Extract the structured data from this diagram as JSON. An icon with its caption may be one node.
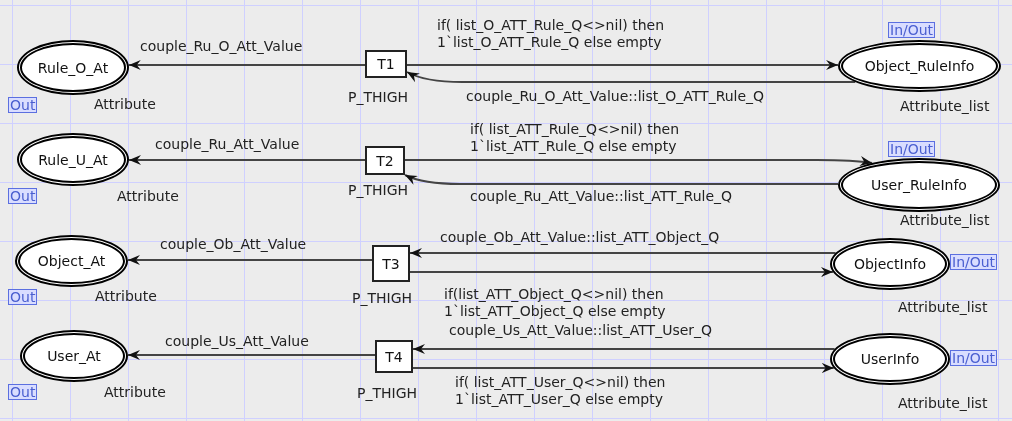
{
  "diagram": {
    "nodes": [
      {
        "text": [
          "Rule_O_At"
        ],
        "beside": [
          "Out",
          "Attribute"
        ]
      },
      {
        "text": [
          "T1"
        ],
        "beside": [
          "P_THIGH"
        ]
      },
      {
        "text": [
          "Object_RuleInfo"
        ],
        "beside": [
          "In/Out",
          "Attribute_list"
        ]
      },
      {
        "text": [
          "Rule_U_At"
        ],
        "beside": [
          "Out",
          "Attribute"
        ]
      },
      {
        "text": [
          "T2"
        ],
        "beside": [
          "P_THIGH"
        ]
      },
      {
        "text": [
          "User_RuleInfo"
        ],
        "beside": [
          "In/Out",
          "Attribute_list"
        ]
      },
      {
        "text": [
          "Object_At"
        ],
        "beside": [
          "Out",
          "Attribute"
        ]
      },
      {
        "text": [
          "T3"
        ],
        "beside": [
          "P_THIGH"
        ]
      },
      {
        "text": [
          "ObjectInfo"
        ],
        "beside": [
          "In/Out",
          "Attribute_list"
        ]
      },
      {
        "text": [
          "User_At"
        ],
        "beside": [
          "Out",
          "Attribute"
        ]
      },
      {
        "text": [
          "T4"
        ],
        "beside": [
          "P_THIGH"
        ]
      },
      {
        "text": [
          "UserInfo"
        ],
        "beside": [
          "In/Out",
          "Attribute_list"
        ]
      }
    ],
    "edges": [
      {
        "from": 1,
        "to": 0,
        "arrow": "to",
        "label": "couple_Ru_O_Att_Value"
      },
      {
        "from": 1,
        "to": 2,
        "arrow": "to",
        "label": "if( list_O_ATT_Rule_Q<>nil) then 1`list_O_ATT_Rule_Q else empty"
      },
      {
        "from": 2,
        "to": 1,
        "arrow": "to",
        "label": "couple_Ru_O_Att_Value::list_O_ATT_Rule_Q"
      },
      {
        "from": 4,
        "to": 3,
        "arrow": "to",
        "label": "couple_Ru_Att_Value"
      },
      {
        "from": 4,
        "to": 5,
        "arrow": "to",
        "label": "if( list_ATT_Rule_Q<>nil) then 1`list_ATT_Rule_Q else empty"
      },
      {
        "from": 5,
        "to": 4,
        "arrow": "to",
        "label": "couple_Ru_Att_Value::list_ATT_Rule_Q"
      },
      {
        "from": 7,
        "to": 6,
        "arrow": "to",
        "label": "couple_Ob_Att_Value"
      },
      {
        "from": 8,
        "to": 7,
        "arrow": "to",
        "label": "couple_Ob_Att_Value::list_ATT_Object_Q"
      },
      {
        "from": 7,
        "to": 8,
        "arrow": "to",
        "label": "if(list_ATT_Object_Q<>nil) then 1`list_ATT_Object_Q else empty"
      },
      {
        "from": 10,
        "to": 9,
        "arrow": "to",
        "label": "couple_Us_Att_Value"
      },
      {
        "from": 11,
        "to": 10,
        "arrow": "to",
        "label": "couple_Us_Att_Value::list_ATT_User_Q"
      },
      {
        "from": 10,
        "to": 11,
        "arrow": "to",
        "label": "if( list_ATT_User_Q<>nil) then 1`list_ATT_User_Q else empty"
      }
    ]
  }
}
